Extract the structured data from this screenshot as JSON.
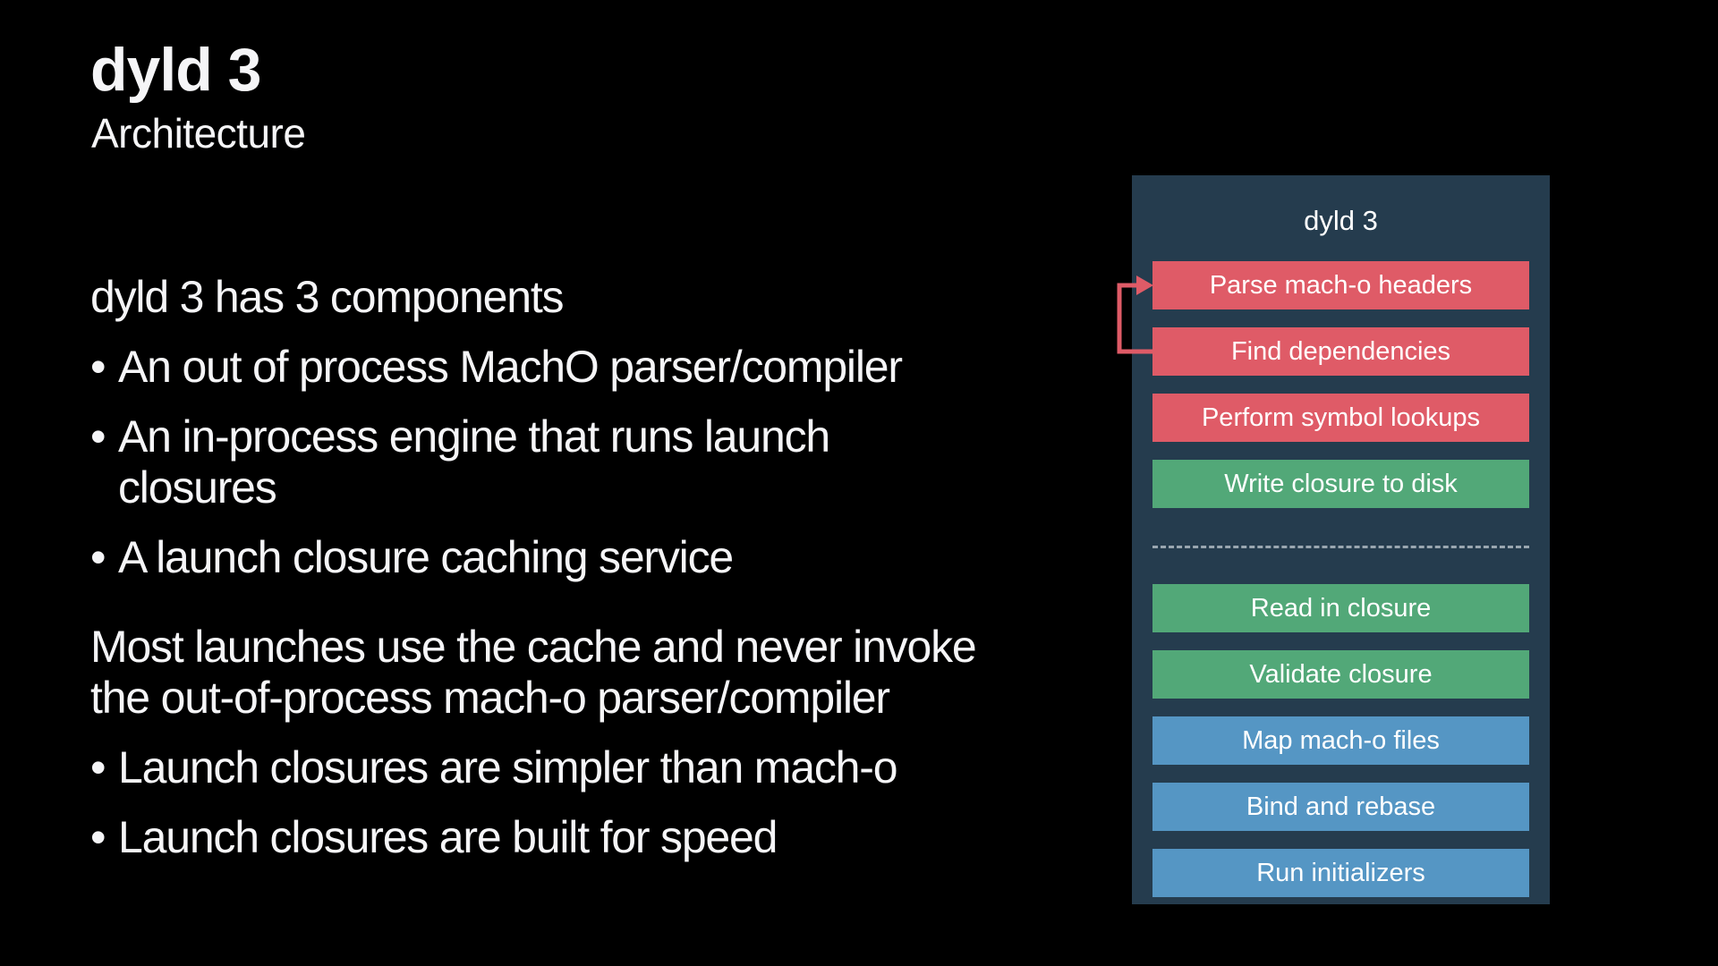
{
  "colors": {
    "background": "#000000",
    "text": "#f5f5f7",
    "panel_bg": "#253c4e",
    "step_red": "#df5b67",
    "step_green": "#52a878",
    "step_blue": "#5596c4",
    "divider": "#9aa7b0",
    "arrow": "#df5b67"
  },
  "slide": {
    "title": "dyld 3",
    "subtitle": "Architecture",
    "bullet_char": "•",
    "intro": "dyld 3 has 3 components",
    "bullets_components": [
      {
        "lines": [
          "An out of process MachO parser/compiler"
        ]
      },
      {
        "lines": [
          "An in-process engine that runs launch",
          "closures"
        ]
      },
      {
        "lines": [
          "A launch closure caching service"
        ]
      }
    ],
    "paragraph_lines": [
      "Most launches use the cache and never invoke",
      "the out-of-process mach-o parser/compiler"
    ],
    "bullets_closures": [
      {
        "lines": [
          "Launch closures are simpler than mach-o"
        ]
      },
      {
        "lines": [
          "Launch closures are built for speed"
        ]
      }
    ]
  },
  "diagram": {
    "title": "dyld 3",
    "steps_before_divider": [
      {
        "label": "Parse mach-o headers",
        "color": "step_red"
      },
      {
        "label": "Find dependencies",
        "color": "step_red"
      },
      {
        "label": "Perform symbol lookups",
        "color": "step_red"
      },
      {
        "label": "Write closure to disk",
        "color": "step_green"
      }
    ],
    "steps_after_divider": [
      {
        "label": "Read in closure",
        "color": "step_green"
      },
      {
        "label": "Validate closure",
        "color": "step_green"
      },
      {
        "label": "Map mach-o files",
        "color": "step_blue"
      },
      {
        "label": "Bind and rebase",
        "color": "step_blue"
      },
      {
        "label": "Run initializers",
        "color": "step_blue"
      }
    ],
    "loop_arrow": {
      "from": "Find dependencies",
      "to": "Parse mach-o headers"
    }
  }
}
